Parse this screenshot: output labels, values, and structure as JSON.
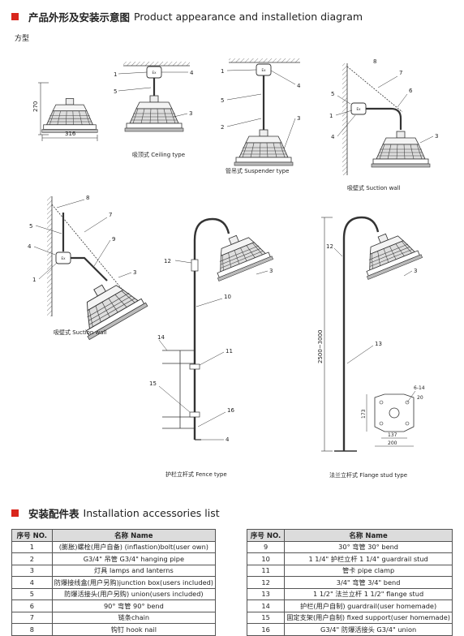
{
  "section1": {
    "title_cn": "产品外形及安装示意图",
    "title_en": "Product appearance and installetion diagram"
  },
  "subtitle": "方型",
  "dims": {
    "height": "270",
    "width": "316",
    "pole": "2500~3000",
    "flange_h": "173",
    "flange_w1": "137",
    "flange_w2": "200",
    "bolt": "6-14",
    "bolt_d": "20"
  },
  "captions": {
    "ceiling": "吸顶式 Ceiling type",
    "suspender": "管吊式 Suspender type",
    "wall1": "吸壁式  Suction wall",
    "wall2": "吸壁式  Suction wall",
    "fence": "护栏立杆式  Fence type",
    "flange": "法兰立杆式  Flange stud type"
  },
  "section2": {
    "title_cn": "安装配件表",
    "title_en": "Installation accessories list"
  },
  "table": {
    "col_no": "序号 NO.",
    "col_name": "名称 Name",
    "left": [
      {
        "no": "1",
        "name": "(膨胀)螺栓(用户自备) (inflastion)bolt(user own)"
      },
      {
        "no": "2",
        "name": "G3/4\" 吊管 G3/4\" hanging pipe"
      },
      {
        "no": "3",
        "name": "灯具 lamps and lanterns"
      },
      {
        "no": "4",
        "name": "防爆接线盒(用户另购)junction box(users included)"
      },
      {
        "no": "5",
        "name": "防爆活接头(用户另购) union(users included)"
      },
      {
        "no": "6",
        "name": "90° 弯管 90° bend"
      },
      {
        "no": "7",
        "name": "链条chain"
      },
      {
        "no": "8",
        "name": "钩钉 hook nail"
      }
    ],
    "right": [
      {
        "no": "9",
        "name": "30° 弯管 30° bend"
      },
      {
        "no": "10",
        "name": "1 1/4\" 护栏立杆 1 1/4\" guardrail stud"
      },
      {
        "no": "11",
        "name": "管卡 pipe clamp"
      },
      {
        "no": "12",
        "name": "3/4\" 弯管 3/4\" bend"
      },
      {
        "no": "13",
        "name": "1 1/2\" 法兰立杆 1 1/2\" flange stud"
      },
      {
        "no": "14",
        "name": "护栏(用户自制) guardrail(user homemade)"
      },
      {
        "no": "15",
        "name": "固定支架(用户自制) fixed support(user homemade)"
      },
      {
        "no": "16",
        "name": "G3/4\" 防爆活接头 G3/4\" union"
      }
    ]
  },
  "callouts": {
    "ceiling": [
      "1",
      "4",
      "5",
      "3"
    ],
    "suspender": [
      "1",
      "4",
      "5",
      "2",
      "3"
    ],
    "wall1": [
      "8",
      "7",
      "6",
      "5",
      "1",
      "4",
      "3"
    ],
    "wall2": [
      "8",
      "7",
      "5",
      "9",
      "4",
      "1",
      "3"
    ],
    "fence": [
      "12",
      "3",
      "10",
      "14",
      "11",
      "15",
      "16",
      "4"
    ],
    "flange": [
      "12",
      "3",
      "13"
    ]
  },
  "colors": {
    "accent": "#d9261c",
    "header_bg": "#dcdcdc"
  }
}
